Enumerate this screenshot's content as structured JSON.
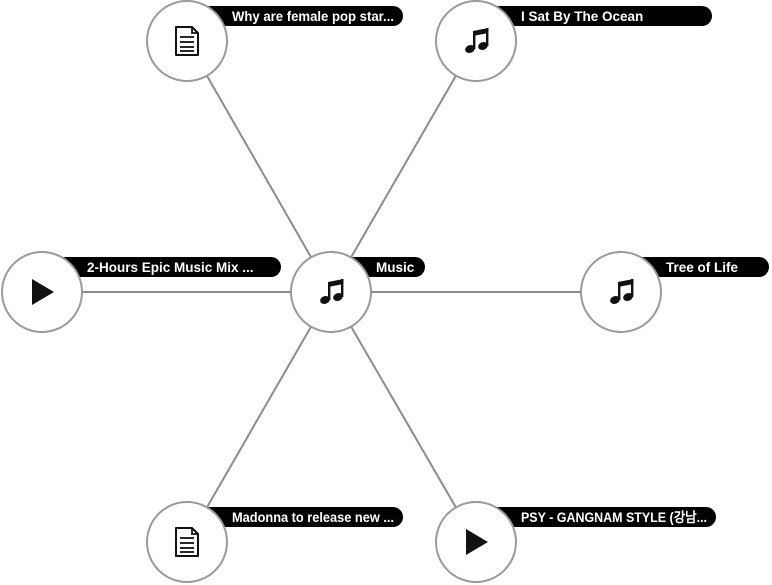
{
  "graph": {
    "center": {
      "label": "Music",
      "icon": "music-note-icon",
      "type": "music"
    },
    "nodes": [
      {
        "id": "top-left",
        "label": "Why are female pop star...",
        "icon": "document-icon",
        "type": "document"
      },
      {
        "id": "top-right",
        "label": "I Sat By The Ocean",
        "icon": "music-note-icon",
        "type": "music"
      },
      {
        "id": "left",
        "label": "2-Hours Epic Music Mix ...",
        "icon": "play-icon",
        "type": "video"
      },
      {
        "id": "right",
        "label": "Tree of Life",
        "icon": "music-note-icon",
        "type": "music"
      },
      {
        "id": "bottom-left",
        "label": "Madonna to release new ...",
        "icon": "document-icon",
        "type": "document"
      },
      {
        "id": "bottom-right",
        "label": "PSY - GANGNAM STYLE (강남...",
        "icon": "play-icon",
        "type": "video"
      }
    ]
  },
  "colors": {
    "edge": "#8c8c8c",
    "node_border": "#9a9a9a",
    "node_fill": "#ffffff",
    "label_bg": "#000000",
    "label_text": "#ffffff",
    "icon": "#111111"
  }
}
